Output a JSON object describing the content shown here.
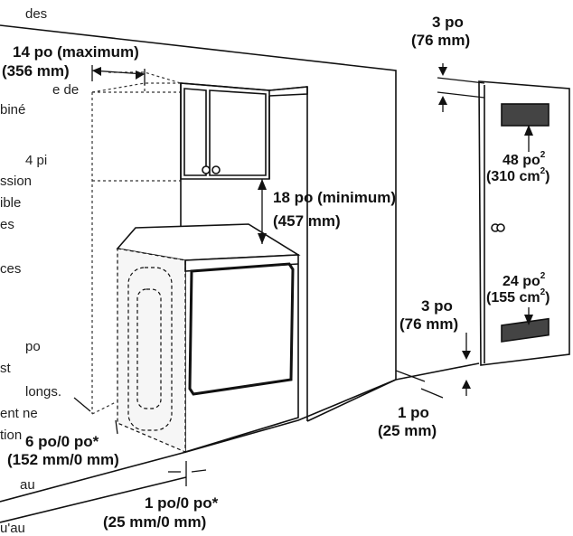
{
  "labels": {
    "top_clearance": "14 po (maximum)",
    "top_clearance_mm": "(356 mm)",
    "door_clearance": "3 po",
    "door_clearance_mm": "(76 mm)",
    "upper_vent_area": "48 po",
    "upper_vent_area_metric": "(310 cm",
    "shelf_clearance": "18 po (minimum)",
    "shelf_clearance_mm": "(457 mm)",
    "lower_vent_area": "24 po",
    "lower_vent_area_metric": "(155 cm",
    "rear_gap": "3 po",
    "rear_gap_mm": "(76 mm)",
    "side_gap": "1 po",
    "side_gap_mm": "(25 mm)",
    "back_gap": "6 po/0 po*",
    "back_gap_mm": "(152 mm/0 mm)",
    "bottom_gap": "1 po/0 po*",
    "bottom_gap_mm": "(25 mm/0 mm)",
    "sup2": "2",
    "close_paren": ")"
  },
  "background_text": [
    "des",
    "e  de",
    "biné",
    "4   pi",
    "ssion",
    "ible",
    "es",
    "ces",
    "po",
    "st",
    "longs.",
    "ent   ne",
    "tion",
    "au",
    "u'au"
  ]
}
